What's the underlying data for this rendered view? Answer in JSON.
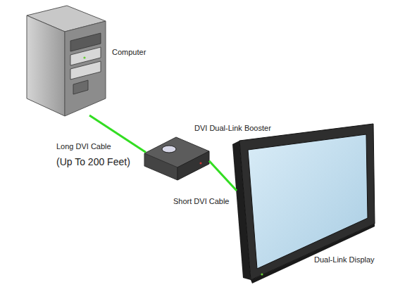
{
  "diagram": {
    "nodes": [
      {
        "text": [
          "Computer"
        ]
      },
      {
        "text": [
          "DVI Dual-Link Booster"
        ]
      },
      {
        "text": [
          "Dual-Link Display"
        ]
      }
    ],
    "edges": [
      {
        "from": 0,
        "to": 1,
        "label": "Long DVI Cable",
        "arrow": "none"
      },
      {
        "from": 1,
        "to": 2,
        "label": "Short DVI Cable",
        "arrow": "none"
      }
    ],
    "labels": [
      "(Up To 200 Feet)"
    ]
  }
}
